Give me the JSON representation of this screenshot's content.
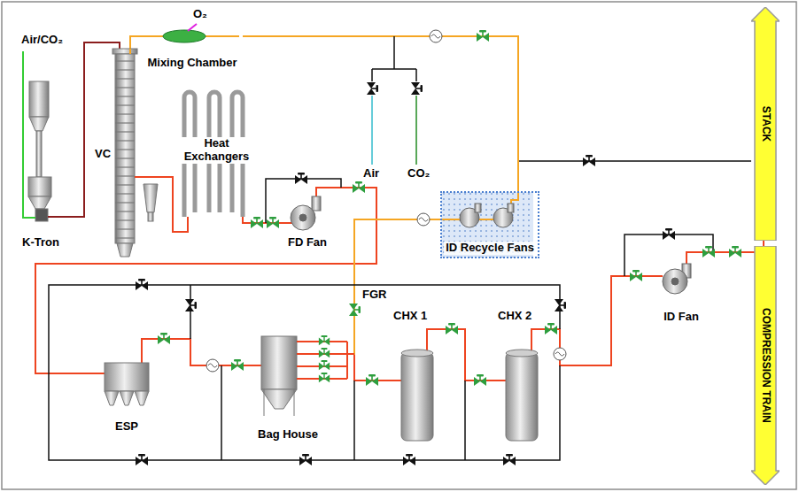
{
  "diagram": {
    "nodes": [
      {
        "text": [
          "K-Tron"
        ]
      },
      {
        "text": [
          "VC"
        ]
      },
      {
        "text": [
          "Mixing Chamber"
        ]
      },
      {
        "text": [
          "Heat Exchangers"
        ]
      },
      {
        "text": [
          "FD Fan"
        ]
      },
      {
        "text": [
          "ID Recycle Fans"
        ]
      },
      {
        "text": [
          "STACK"
        ]
      },
      {
        "text": [
          "ESP"
        ]
      },
      {
        "text": [
          "Bag House"
        ]
      },
      {
        "text": [
          "CHX 1"
        ]
      },
      {
        "text": [
          "CHX 2"
        ]
      },
      {
        "text": [
          "ID Fan"
        ]
      },
      {
        "text": [
          "COMPRESSION TRAIN"
        ]
      }
    ],
    "edges": [
      {
        "from": 0,
        "to": 1,
        "arrow": "none"
      },
      {
        "from": 2,
        "to": 1,
        "arrow": "none"
      },
      {
        "from": 1,
        "to": 3,
        "arrow": "none"
      },
      {
        "from": 3,
        "to": 4,
        "arrow": "none"
      },
      {
        "from": 4,
        "to": 7,
        "arrow": "none"
      },
      {
        "from": 7,
        "to": 8,
        "arrow": "none"
      },
      {
        "from": 8,
        "to": 9,
        "arrow": "none"
      },
      {
        "from": 8,
        "to": 5,
        "label": "FGR",
        "arrow": "none"
      },
      {
        "from": 5,
        "to": 6,
        "arrow": "none"
      },
      {
        "from": 5,
        "to": 2,
        "arrow": "none"
      },
      {
        "from": 9,
        "to": 10,
        "arrow": "none"
      },
      {
        "from": 10,
        "to": 11,
        "arrow": "none"
      },
      {
        "from": 11,
        "to": 6,
        "arrow": "none"
      },
      {
        "from": 11,
        "to": 12,
        "arrow": "none"
      }
    ],
    "labels": [
      "Air/CO₂",
      "O₂",
      "Air",
      "CO₂"
    ]
  }
}
